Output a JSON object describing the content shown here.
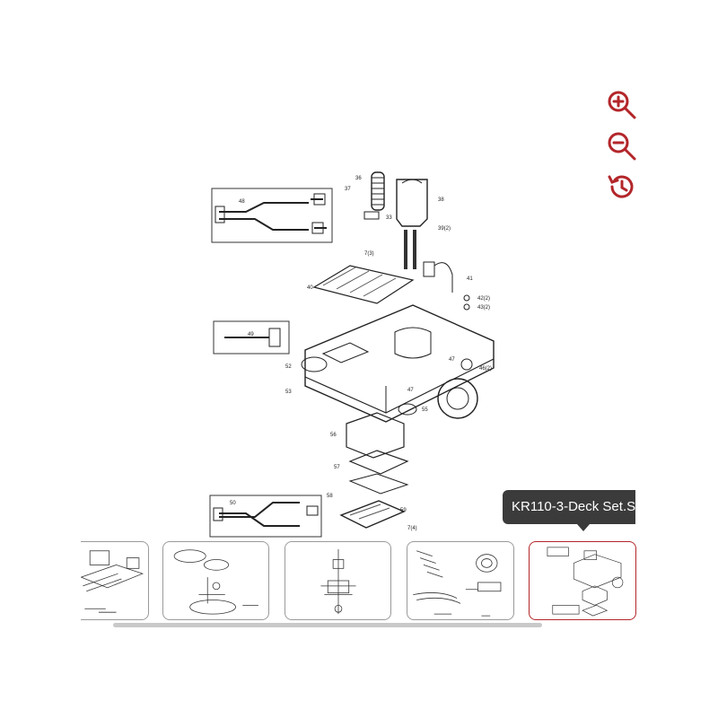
{
  "toolbar": {
    "zoom_in_icon": "zoom-in-icon",
    "zoom_out_icon": "zoom-out-icon",
    "reset_icon": "history-reset-icon",
    "accent_color": "#b3262a"
  },
  "tooltip": {
    "text": "KR110-3-Deck Set.S"
  },
  "diagram": {
    "callouts": [
      "36",
      "37",
      "38",
      "39(2)",
      "33",
      "7(3)",
      "40",
      "41",
      "42(2)",
      "43(2)",
      "46(2)",
      "47",
      "47",
      "48",
      "49",
      "50",
      "52",
      "53",
      "55",
      "56",
      "57",
      "58",
      "59",
      "7(4)"
    ]
  },
  "thumbnails": [
    {
      "active": false
    },
    {
      "active": false
    },
    {
      "active": false
    },
    {
      "active": false
    },
    {
      "active": true
    }
  ]
}
